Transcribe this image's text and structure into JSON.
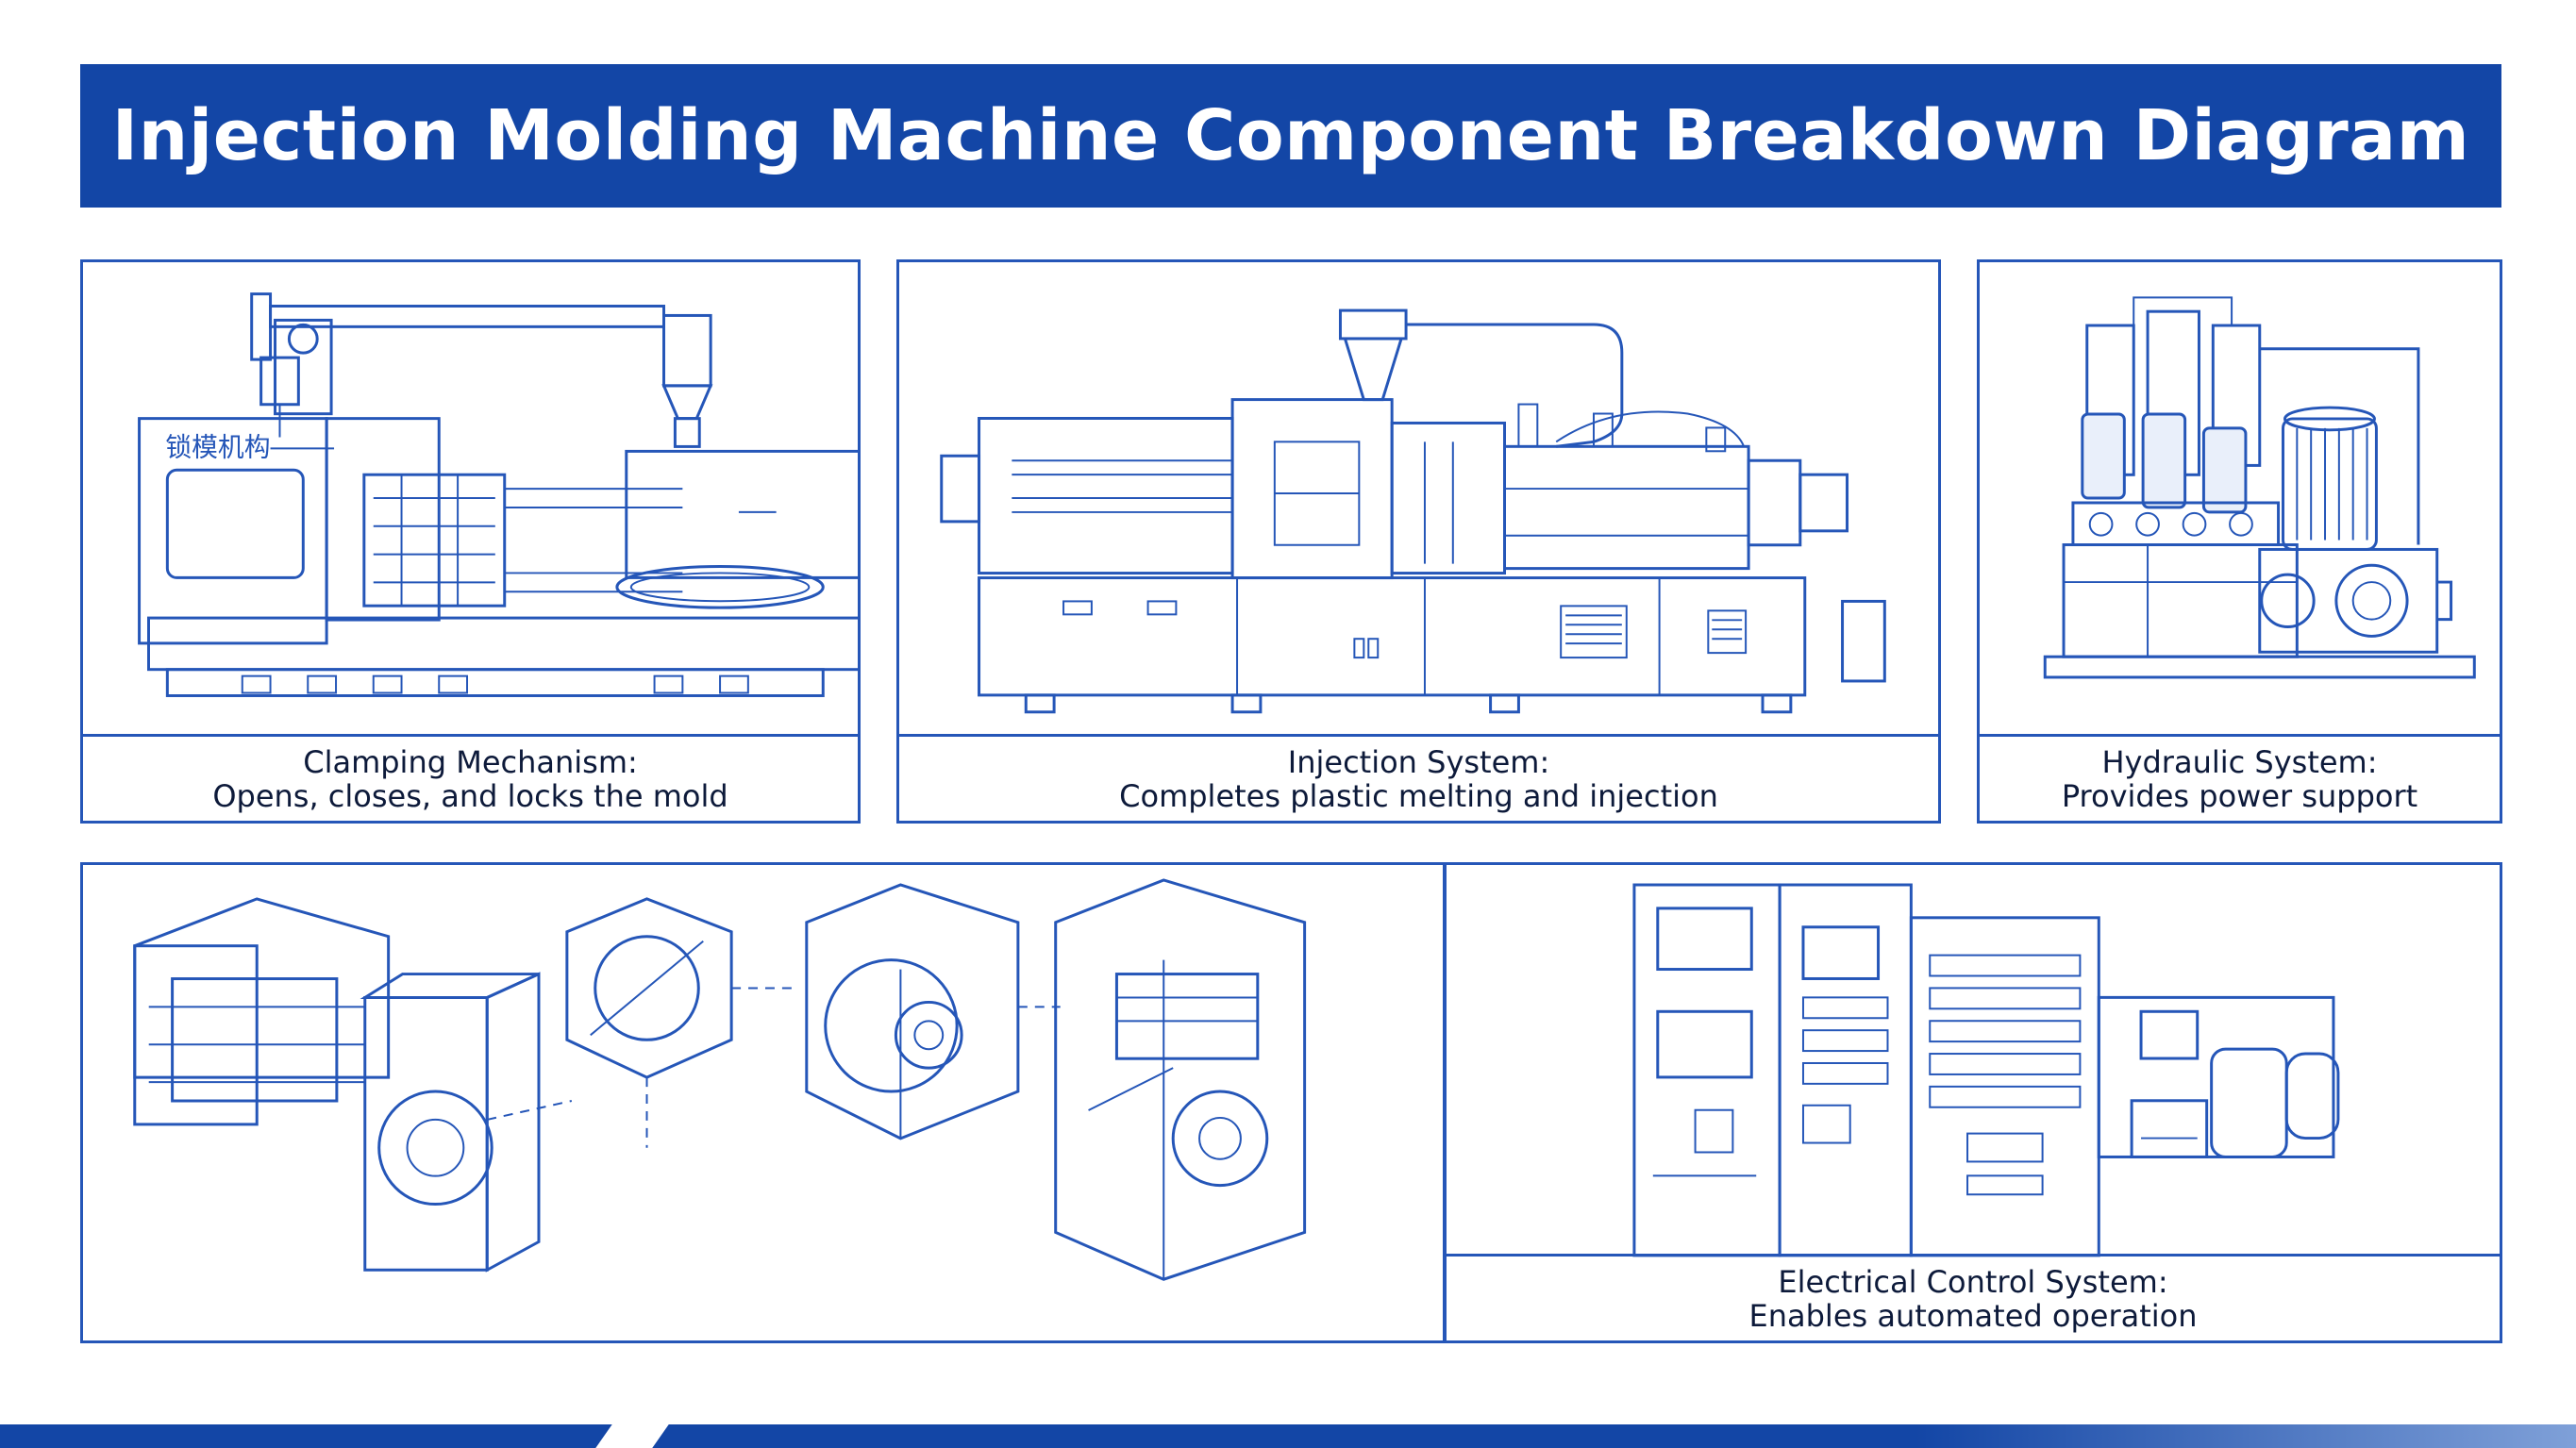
{
  "title": "Injection Molding Machine Component Breakdown Diagram",
  "panels": {
    "clamping": {
      "label_line1": "Clamping Mechanism:",
      "label_line2": "Opens, closes, and locks the mold",
      "drawing_text": "锁模机构"
    },
    "injection": {
      "label_line1": "Injection System:",
      "label_line2": "Completes plastic melting and injection"
    },
    "hydraulic": {
      "label_line1": "Hydraulic System:",
      "label_line2": "Provides power support"
    },
    "exploded": {},
    "electrical": {
      "label_line1": "Electrical Control System:",
      "label_line2": "Enables automated operation"
    }
  },
  "colors": {
    "title_bar": "#1346a6",
    "line_art": "#2556b8",
    "caption_text": "#0d1a3a"
  }
}
